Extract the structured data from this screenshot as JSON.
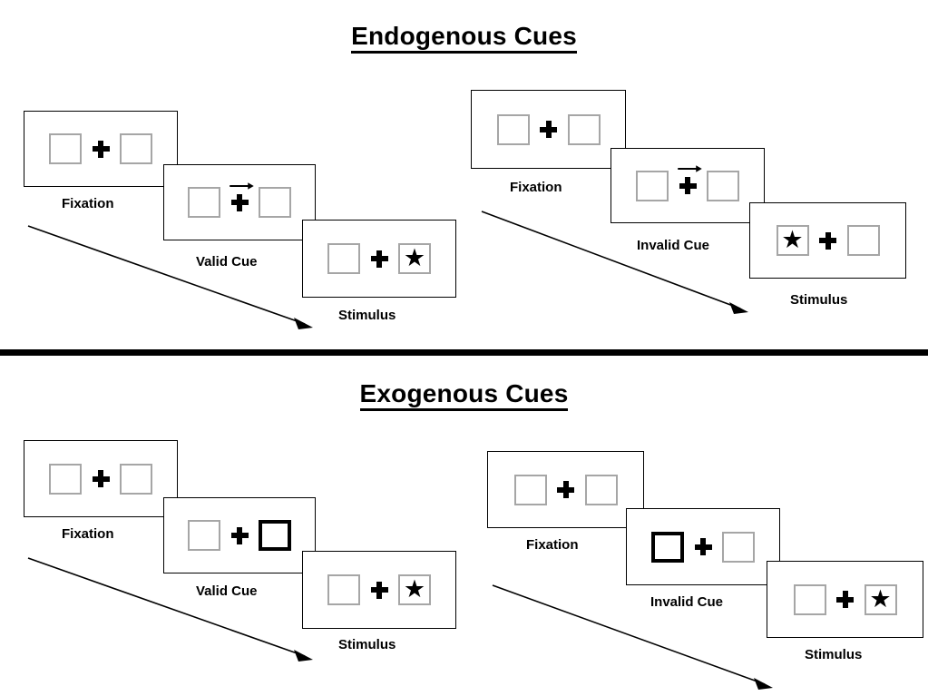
{
  "figure": {
    "sections": [
      {
        "id": "endogenous",
        "title": "Endogenous Cues",
        "trials": [
          {
            "id": "endogenous-valid",
            "validity": "valid",
            "steps": [
              {
                "caption": "Fixation",
                "cue": "none",
                "target": "none"
              },
              {
                "caption": "Valid Cue",
                "cue": "arrow-right",
                "target": "none"
              },
              {
                "caption": "Stimulus",
                "cue": "none",
                "target": "right"
              }
            ]
          },
          {
            "id": "endogenous-invalid",
            "validity": "invalid",
            "steps": [
              {
                "caption": "Fixation",
                "cue": "none",
                "target": "none"
              },
              {
                "caption": "Invalid Cue",
                "cue": "arrow-right",
                "target": "none"
              },
              {
                "caption": "Stimulus",
                "cue": "none",
                "target": "left"
              }
            ]
          }
        ]
      },
      {
        "id": "exogenous",
        "title": "Exogenous Cues",
        "trials": [
          {
            "id": "exogenous-valid",
            "validity": "valid",
            "steps": [
              {
                "caption": "Fixation",
                "cue": "none",
                "target": "none"
              },
              {
                "caption": "Valid Cue",
                "cue": "box-right",
                "target": "none"
              },
              {
                "caption": "Stimulus",
                "cue": "none",
                "target": "right"
              }
            ]
          },
          {
            "id": "exogenous-invalid",
            "validity": "invalid",
            "steps": [
              {
                "caption": "Fixation",
                "cue": "none",
                "target": "none"
              },
              {
                "caption": "Invalid Cue",
                "cue": "box-left",
                "target": "none"
              },
              {
                "caption": "Stimulus",
                "cue": "none",
                "target": "right"
              }
            ]
          }
        ]
      }
    ],
    "icons": {
      "fixation_cross": "plus-cross-icon",
      "target_star": "star-icon",
      "endogenous_cue": "arrow-right-icon",
      "exogenous_cue": "highlighted-box-icon",
      "time_flow": "diagonal-time-arrow-icon"
    },
    "colors": {
      "stroke": "#000000",
      "box_outline": "#a6a6a6",
      "background": "#ffffff",
      "divider": "#000000"
    },
    "star_glyph": "★"
  }
}
